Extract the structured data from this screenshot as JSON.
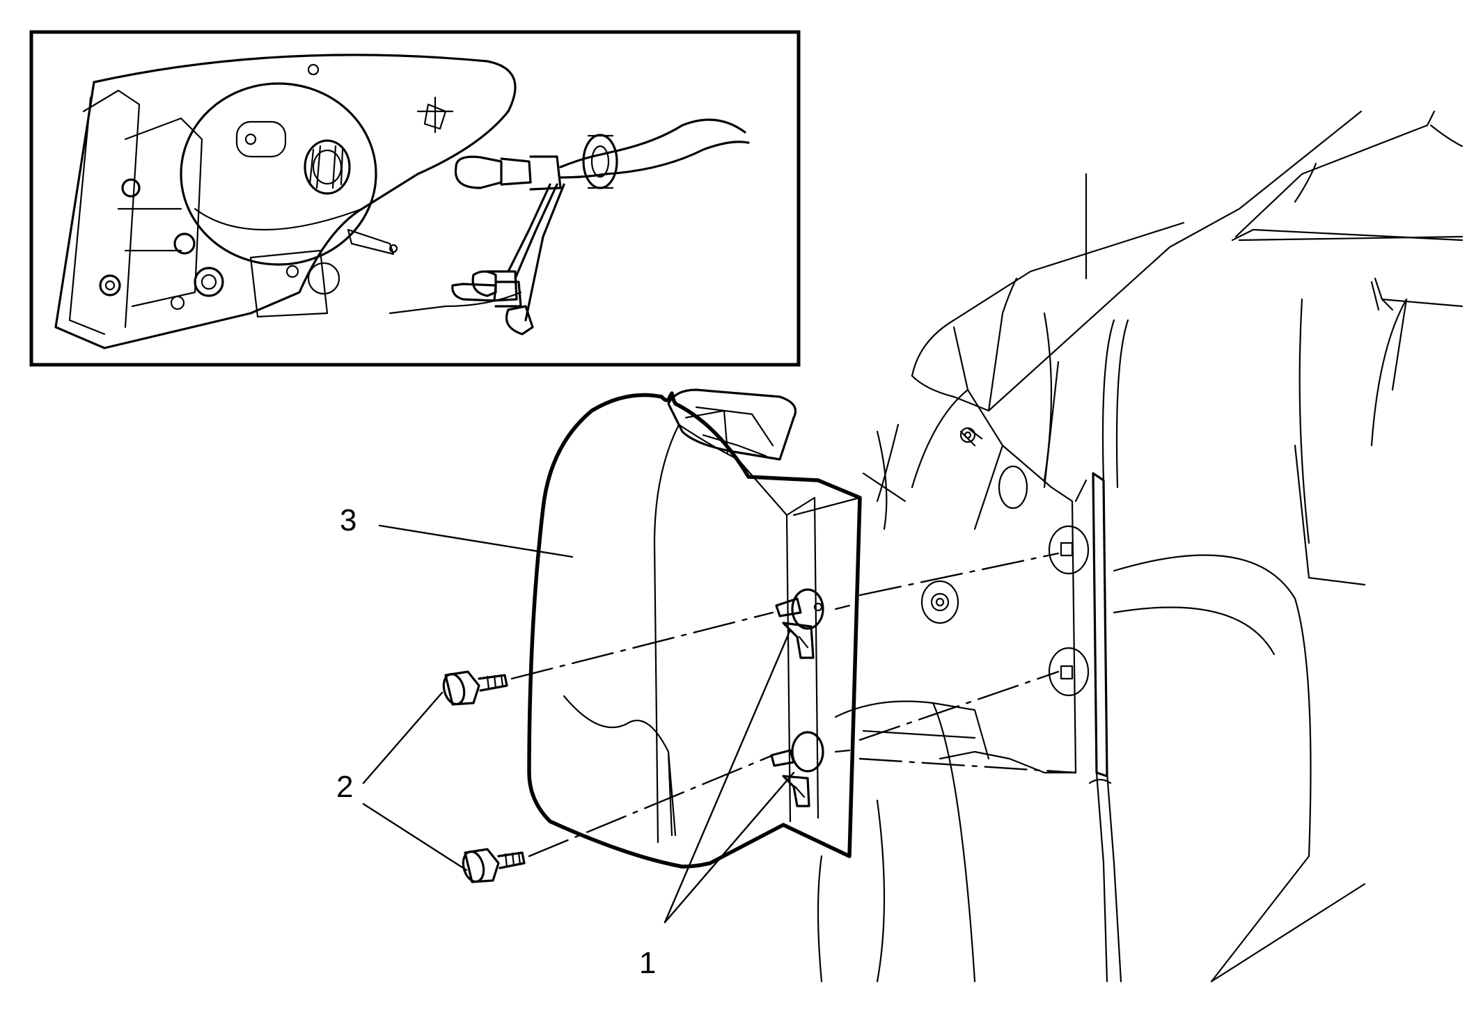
{
  "callouts": {
    "fastener_clips": "1",
    "bolts": "2",
    "tail_lamp_assembly": "3"
  }
}
